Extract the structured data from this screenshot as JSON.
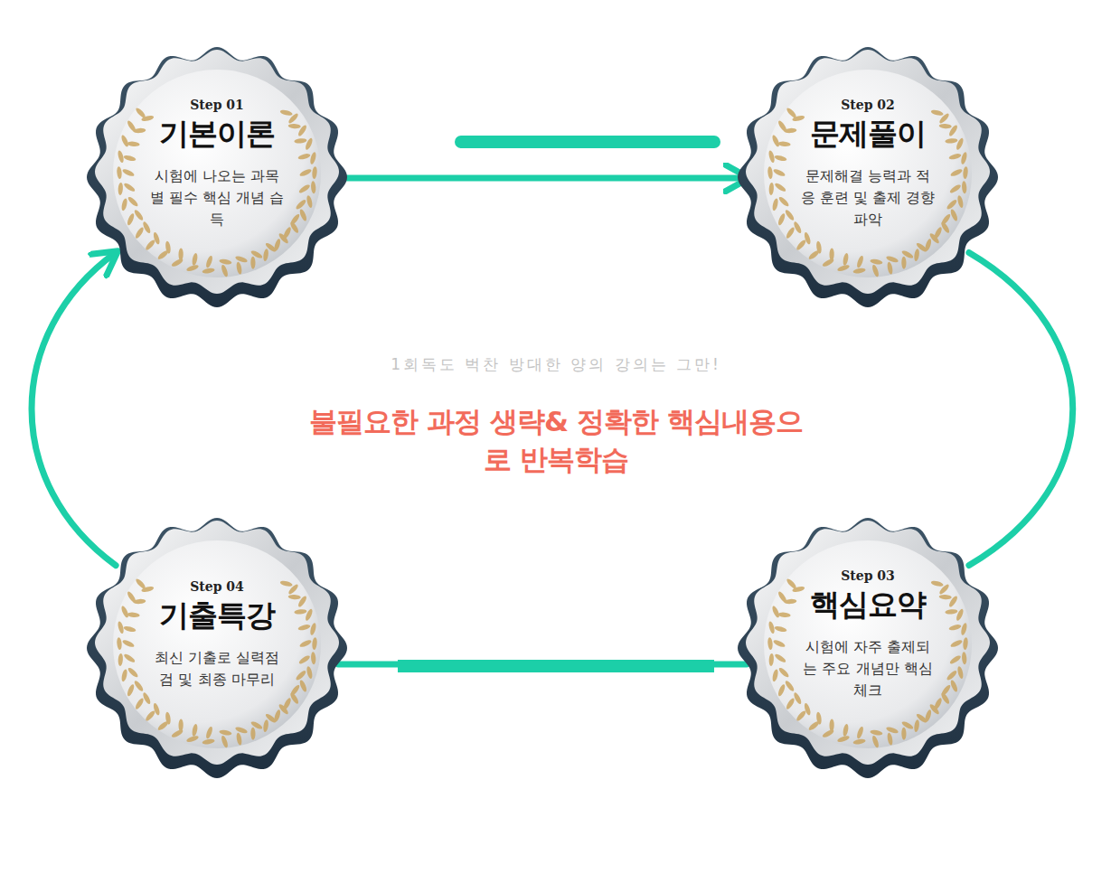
{
  "diagram": {
    "nodes": [
      {
        "text": [
          "Step 01",
          "기본이론",
          "시험에 나오는 과목별 필수 핵심 개념 습득"
        ]
      },
      {
        "text": [
          "Step 02",
          "문제풀이",
          "문제해결 능력과 적응 훈련 및 출제 경향 파악"
        ]
      },
      {
        "text": [
          "Step 04",
          "기출특강",
          "최신 기출로 실력점검 및 최종 마무리"
        ]
      },
      {
        "text": [
          "Step 03",
          "핵심요약",
          "시험에 자주 출제되는 주요 개념만 핵심 체크"
        ]
      }
    ],
    "edges": [
      {
        "from": 0,
        "to": 1,
        "arrow": "to"
      },
      {
        "from": 1,
        "to": 3,
        "arrow": "none"
      },
      {
        "from": 3,
        "to": 2,
        "arrow": "none"
      },
      {
        "from": 2,
        "to": 0,
        "arrow": "to"
      }
    ],
    "labels": [
      "1회독도 벅찬 방대한 양의 강의는 그만!",
      "불필요한 과정 생략& 정확한 핵심내용으로 반복학습"
    ]
  }
}
